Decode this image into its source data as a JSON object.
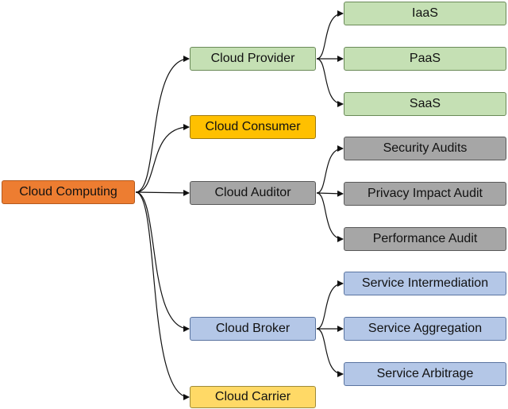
{
  "root": {
    "label": "Cloud Computing",
    "color": "#ed7d31"
  },
  "branches": [
    {
      "label": "Cloud Provider",
      "color": "#c5e0b4",
      "children": [
        "IaaS",
        "PaaS",
        "SaaS"
      ]
    },
    {
      "label": "Cloud Consumer",
      "color": "#ffc000",
      "children": []
    },
    {
      "label": "Cloud Auditor",
      "color": "#a6a6a6",
      "children": [
        "Security Audits",
        "Privacy Impact Audit",
        "Performance Audit"
      ]
    },
    {
      "label": "Cloud Broker",
      "color": "#b4c7e7",
      "children": [
        "Service Intermediation",
        "Service Aggregation",
        "Service Arbitrage"
      ]
    },
    {
      "label": "Cloud Carrier",
      "color": "#ffd966",
      "children": []
    }
  ]
}
